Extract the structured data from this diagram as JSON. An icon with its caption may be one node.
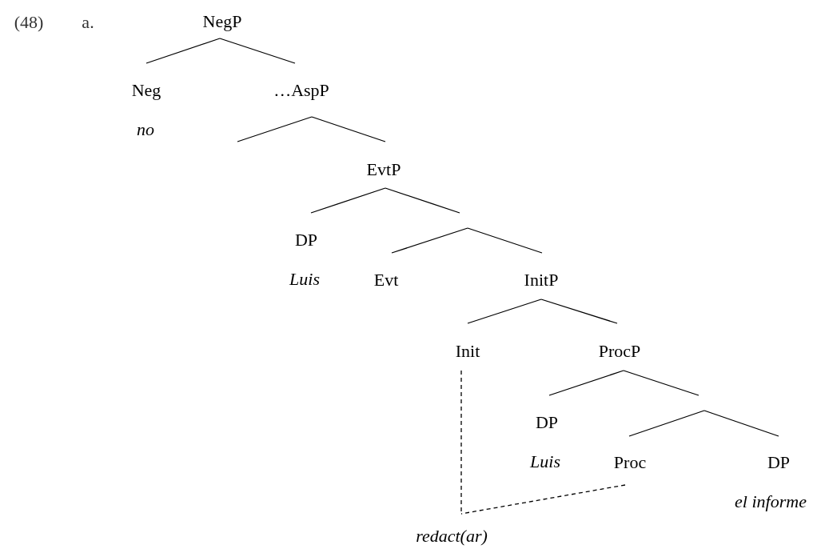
{
  "diagram": {
    "nodes": [
      {
        "text": [
          "NegP"
        ]
      },
      {
        "text": [
          "Neg",
          "no"
        ]
      },
      {
        "text": [
          "…AspP"
        ]
      },
      {
        "text": [
          "EvtP"
        ]
      },
      {
        "text": [
          "DP",
          "Luis"
        ]
      },
      {
        "text": [
          "Evt"
        ]
      },
      {
        "text": [
          "InitP"
        ]
      },
      {
        "text": [
          "Init"
        ]
      },
      {
        "text": [
          "ProcP"
        ]
      },
      {
        "text": [
          "DP",
          "Luis"
        ]
      },
      {
        "text": [
          "Proc"
        ]
      },
      {
        "text": [
          "DP",
          "el informe"
        ]
      },
      {
        "text": [
          "redact(ar)"
        ]
      }
    ],
    "edges": [
      {
        "from": 0,
        "to": 1,
        "arrow": "none"
      },
      {
        "from": 0,
        "to": 2,
        "arrow": "none"
      },
      {
        "from": 2,
        "to": null,
        "arrow": "none"
      },
      {
        "from": 2,
        "to": 3,
        "arrow": "none"
      },
      {
        "from": 3,
        "to": 4,
        "arrow": "none"
      },
      {
        "from": 3,
        "to": null,
        "arrow": "none"
      },
      {
        "from": null,
        "to": 5,
        "arrow": "none"
      },
      {
        "from": null,
        "to": 6,
        "arrow": "none"
      },
      {
        "from": 6,
        "to": 7,
        "arrow": "none"
      },
      {
        "from": 6,
        "to": 8,
        "arrow": "none"
      },
      {
        "from": 8,
        "to": 9,
        "arrow": "none"
      },
      {
        "from": 8,
        "to": null,
        "arrow": "none"
      },
      {
        "from": null,
        "to": 10,
        "arrow": "none"
      },
      {
        "from": null,
        "to": 11,
        "arrow": "none"
      },
      {
        "from": 7,
        "to": 12,
        "arrow": "none",
        "style": "dashed"
      },
      {
        "from": 10,
        "to": 12,
        "arrow": "none",
        "style": "dashed"
      }
    ],
    "labels": [
      "(48)",
      "a."
    ]
  }
}
